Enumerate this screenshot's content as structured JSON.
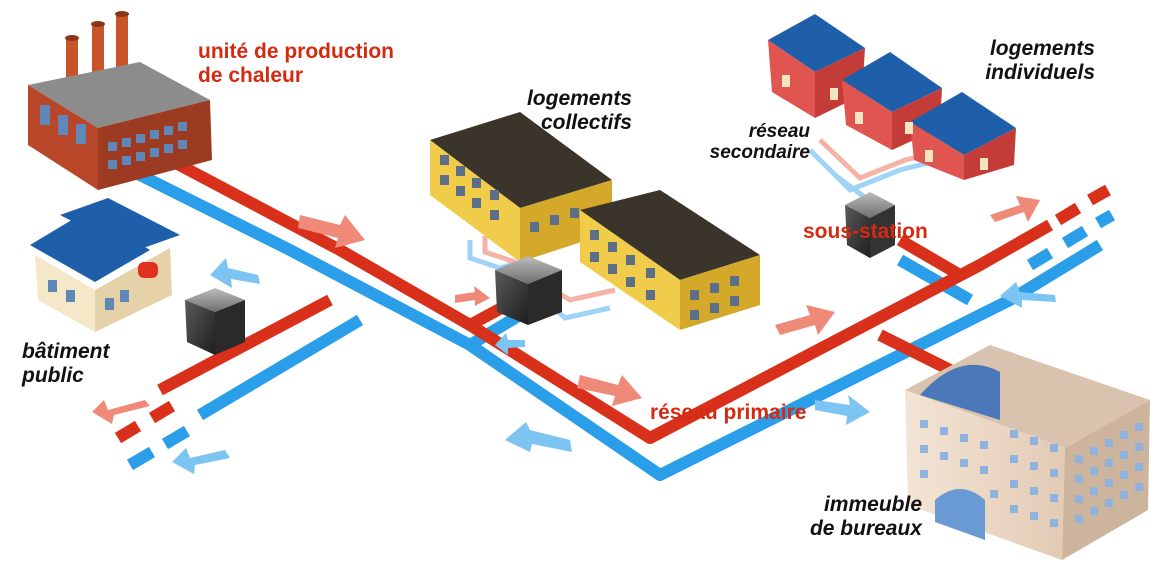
{
  "colors": {
    "hot_pipe": "#d8301a",
    "cold_pipe": "#2a9ee8",
    "hot_arrow": "#f08a78",
    "cold_arrow": "#7cc4f2",
    "label_red": "#d42a10",
    "label_black": "#111111"
  },
  "labels": {
    "production": [
      "unité de production",
      "de chaleur"
    ],
    "collective": [
      "logements",
      "collectifs"
    ],
    "individual": [
      "logements",
      "individuels"
    ],
    "secondary": [
      "réseau",
      "secondaire"
    ],
    "substation": "sous-station",
    "public_building": [
      "bâtiment",
      "public"
    ],
    "primary": "réseau primaire",
    "office": [
      "immeuble",
      "de bureaux"
    ]
  },
  "icons": [
    "factory-icon",
    "apartment-building-icon",
    "house-icon",
    "public-building-icon",
    "office-tower-icon",
    "heat-exchanger-icon"
  ]
}
